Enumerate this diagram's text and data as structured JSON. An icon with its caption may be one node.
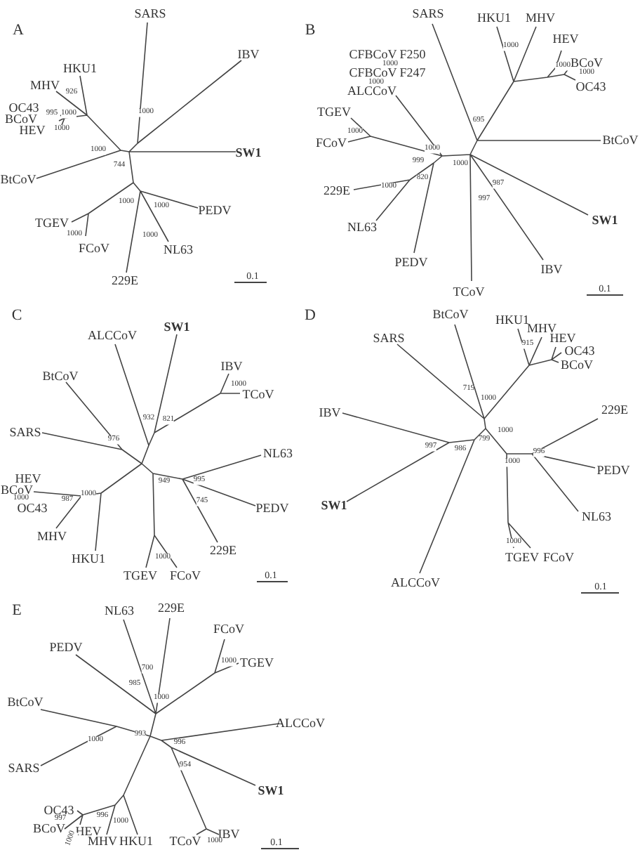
{
  "diagram": {
    "labels": [
      "A",
      "SARS",
      "IBV",
      "HKU1",
      "MHV",
      "926",
      "OC43",
      "995",
      "1000",
      "1000",
      "BCoV",
      "HEV",
      "1000",
      "1000",
      "SW1",
      "744",
      "BtCoV",
      "1000",
      "1000",
      "PEDV",
      "TGEV",
      "1000",
      "1000",
      "FCoV",
      "NL63",
      "229E",
      "0.1",
      "B",
      "SARS",
      "HKU1",
      "MHV",
      "HEV",
      "1000",
      "CFBCoV F250",
      "BCoV",
      "1000",
      "1000",
      "CFBCoV F247",
      "1000",
      "1000",
      "OC43",
      "ALCCoV",
      "TGEV",
      "695",
      "1000",
      "FCoV",
      "BtCoV",
      "1000",
      "999",
      "1000",
      "820",
      "987",
      "1000",
      "229E",
      "997",
      "SW1",
      "NL63",
      "PEDV",
      "IBV",
      "TCoV",
      "0.1",
      "C",
      "SW1",
      "ALCCoV",
      "IBV",
      "BtCoV",
      "1000",
      "TCoV",
      "932",
      "821",
      "SARS",
      "976",
      "NL63",
      "HEV",
      "949",
      "995",
      "BCoV",
      "1000",
      "1000",
      "987",
      "745",
      "OC43",
      "PEDV",
      "MHV",
      "229E",
      "1000",
      "HKU1",
      "TGEV",
      "FCoV",
      "0.1",
      "D",
      "BtCoV",
      "HKU1",
      "MHV",
      "SARS",
      "HEV",
      "915",
      "OC43",
      "BCoV",
      "719",
      "1000",
      "IBV",
      "229E",
      "1000",
      "799",
      "997",
      "986",
      "996",
      "1000",
      "PEDV",
      "SW1",
      "NL63",
      "1000",
      "TGEV",
      "FCoV",
      "ALCCoV",
      "0.1",
      "E",
      "NL63",
      "229E",
      "FCoV",
      "PEDV",
      "1000",
      "TGEV",
      "700",
      "985",
      "1000",
      "BtCoV",
      "ALCCoV",
      "993",
      "1000",
      "996",
      "954",
      "SARS",
      "SW1",
      "OC43",
      "996",
      "997",
      "1000",
      "BCoV",
      "HEV",
      "IBV",
      "1000",
      "MHV",
      "HKU1",
      "TCoV",
      "1000",
      "0.1"
    ]
  }
}
